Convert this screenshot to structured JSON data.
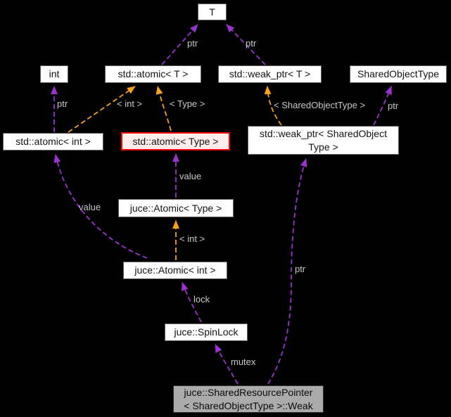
{
  "diagram": {
    "kind": "collaboration-graph",
    "colors": {
      "background": "#000000",
      "usage_edge": "#9A32CD",
      "template_edge": "#F5A01E",
      "node_fill": "#FFFFFF",
      "node_border": "#5F5F5F",
      "highlight_node_border": "#FF0000",
      "highlight_node_fill": "#FDEDEC",
      "current_node_fill": "#ABABAB",
      "edge_label_color": "#C8C8C8"
    },
    "nodes": [
      {
        "label": "T"
      },
      {
        "label": "int"
      },
      {
        "label": "std::atomic< T >"
      },
      {
        "label": "std::weak_ptr< T >"
      },
      {
        "label": "SharedObjectType"
      },
      {
        "label": "std::atomic< int >"
      },
      {
        "label": "std::atomic< Type >"
      },
      {
        "label": "std::weak_ptr< SharedObject Type >",
        "lines": [
          "std::weak_ptr< SharedObject",
          "Type >"
        ]
      },
      {
        "label": "juce::Atomic< Type >"
      },
      {
        "label": "juce::Atomic< int >"
      },
      {
        "label": "juce::SpinLock"
      },
      {
        "label": "juce::SharedResourcePointer< SharedObjectType >::Weak",
        "lines": [
          "juce::SharedResourcePointer",
          "< SharedObjectType >::Weak"
        ]
      }
    ],
    "edges": [
      {
        "label": "ptr",
        "from": "std::atomic< T >",
        "to": "T",
        "color": "#9A32CD"
      },
      {
        "label": "ptr",
        "from": "std::weak_ptr< T >",
        "to": "T",
        "color": "#9A32CD"
      },
      {
        "label": "ptr",
        "from": "std::atomic< int >",
        "to": "int",
        "color": "#9A32CD"
      },
      {
        "label": "< int >",
        "from": "std::atomic< int >",
        "to": "std::atomic< T >",
        "color": "#F5A01E"
      },
      {
        "label": "< Type >",
        "from": "std::atomic< Type >",
        "to": "std::atomic< T >",
        "color": "#F5A01E"
      },
      {
        "label": "< SharedObjectType >",
        "from": "std::weak_ptr< SharedObject Type >",
        "to": "std::weak_ptr< T >",
        "color": "#F5A01E"
      },
      {
        "label": "ptr",
        "from": "std::weak_ptr< SharedObject Type >",
        "to": "SharedObjectType",
        "color": "#9A32CD"
      },
      {
        "label": "value",
        "from": "juce::Atomic< Type >",
        "to": "std::atomic< Type >",
        "color": "#9A32CD"
      },
      {
        "label": "value",
        "from": "juce::Atomic< int >",
        "to": "std::atomic< int >",
        "color": "#9A32CD"
      },
      {
        "label": "< int >",
        "from": "juce::Atomic< int >",
        "to": "juce::Atomic< Type >",
        "color": "#F5A01E"
      },
      {
        "label": "lock",
        "from": "juce::SpinLock",
        "to": "juce::Atomic< int >",
        "color": "#9A32CD"
      },
      {
        "label": "mutex",
        "from": "juce::SharedResourcePointer< SharedObjectType >::Weak",
        "to": "juce::SpinLock",
        "color": "#9A32CD"
      },
      {
        "label": "ptr",
        "from": "juce::SharedResourcePointer< SharedObjectType >::Weak",
        "to": "std::weak_ptr< SharedObject Type >",
        "color": "#9A32CD"
      }
    ]
  }
}
